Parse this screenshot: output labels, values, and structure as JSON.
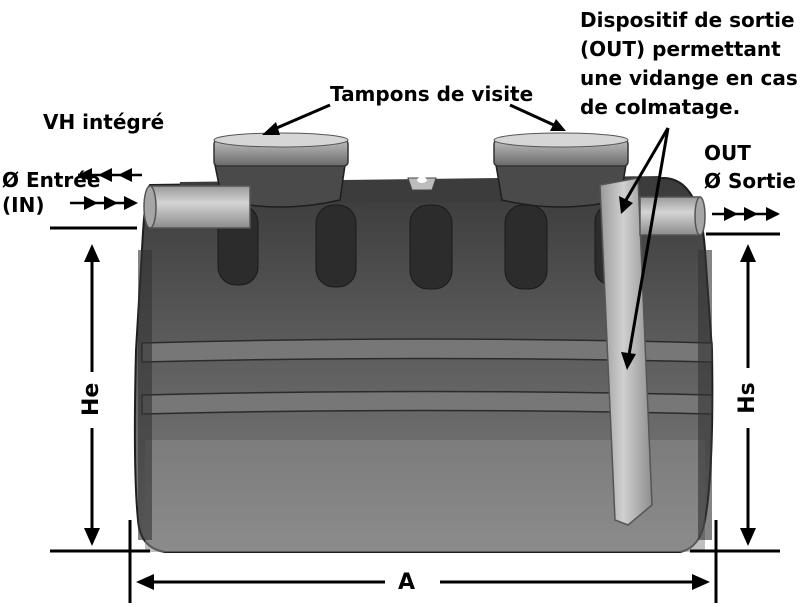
{
  "labels": {
    "outlet_device": "Dispositif de sortie\n(OUT) permettant\nune vidange en cas\nde colmatage.",
    "inspection_covers": "Tampons de visite",
    "integrated_vent": "VH intégré",
    "inlet": "Ø Entrée\n(IN)",
    "outlet": "OUT\nØ Sortie",
    "inlet_height": "He",
    "outlet_height": "Hs",
    "width": "A"
  },
  "colors": {
    "tank_body": "#595959",
    "tank_dark": "#2e2e2e",
    "tank_light": "#8a8a8a",
    "pipe": "#b8b8b8",
    "lines": "#000000"
  }
}
